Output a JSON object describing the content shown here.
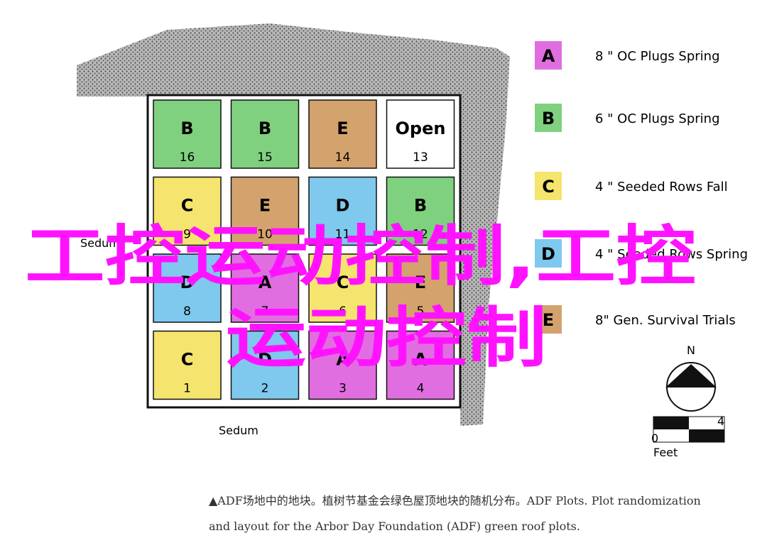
{
  "plots": [
    {
      "letter": "B",
      "number": "16",
      "color": "#7fd17f"
    },
    {
      "letter": "B",
      "number": "15",
      "color": "#7fd17f"
    },
    {
      "letter": "E",
      "number": "14",
      "color": "#d3a26d"
    },
    {
      "letter": "Open",
      "number": "13",
      "color": "#ffffff"
    },
    {
      "letter": "C",
      "number": "9",
      "color": "#f5e46e"
    },
    {
      "letter": "E",
      "number": "10",
      "color": "#d3a26d"
    },
    {
      "letter": "D",
      "number": "11",
      "color": "#7fc8ee"
    },
    {
      "letter": "B",
      "number": "12",
      "color": "#7fd17f"
    },
    {
      "letter": "D",
      "number": "8",
      "color": "#7fc8ee"
    },
    {
      "letter": "A",
      "number": "7",
      "color": "#e06ee0"
    },
    {
      "letter": "C",
      "number": "6",
      "color": "#f5e46e"
    },
    {
      "letter": "E",
      "number": "5",
      "color": "#d3a26d"
    },
    {
      "letter": "C",
      "number": "1",
      "color": "#f5e46e"
    },
    {
      "letter": "D",
      "number": "2",
      "color": "#7fc8ee"
    },
    {
      "letter": "A",
      "number": "3",
      "color": "#e06ee0"
    },
    {
      "letter": "A",
      "number": "4",
      "color": "#e06ee0"
    }
  ],
  "legend": [
    {
      "letter": "A",
      "text": "8 \"  OC Plugs  Spring",
      "color": "#e06ee0"
    },
    {
      "letter": "B",
      "text": "6 \"  OC  Plugs  Spring",
      "color": "#7fd17f"
    },
    {
      "letter": "C",
      "text": "4 \"  Seeded Rows  Fall",
      "color": "#f5e46e"
    },
    {
      "letter": "D",
      "text": "4 \"  Seeded Rows Spring",
      "color": "#7fc8ee"
    },
    {
      "letter": "E",
      "text": "8\"  Gen. Survival Trials",
      "color": "#d3a26d"
    }
  ],
  "labels": {
    "sedum_left": "Sedum",
    "sedum_bottom": "Sedum"
  },
  "compass": {
    "north": "N"
  },
  "scale_bar": {
    "start": "0",
    "end": "4",
    "unit": "Feet"
  },
  "overlay": {
    "line1": "工控运动控制,工控",
    "line2": "运动控制"
  },
  "caption": {
    "line1": "▲ADF场地中的地块。植树节基金会绿色屋顶地块的随机分布。ADF Plots. Plot randomization",
    "line2": "and layout for the Arbor Day Foundation (ADF) green roof plots."
  }
}
